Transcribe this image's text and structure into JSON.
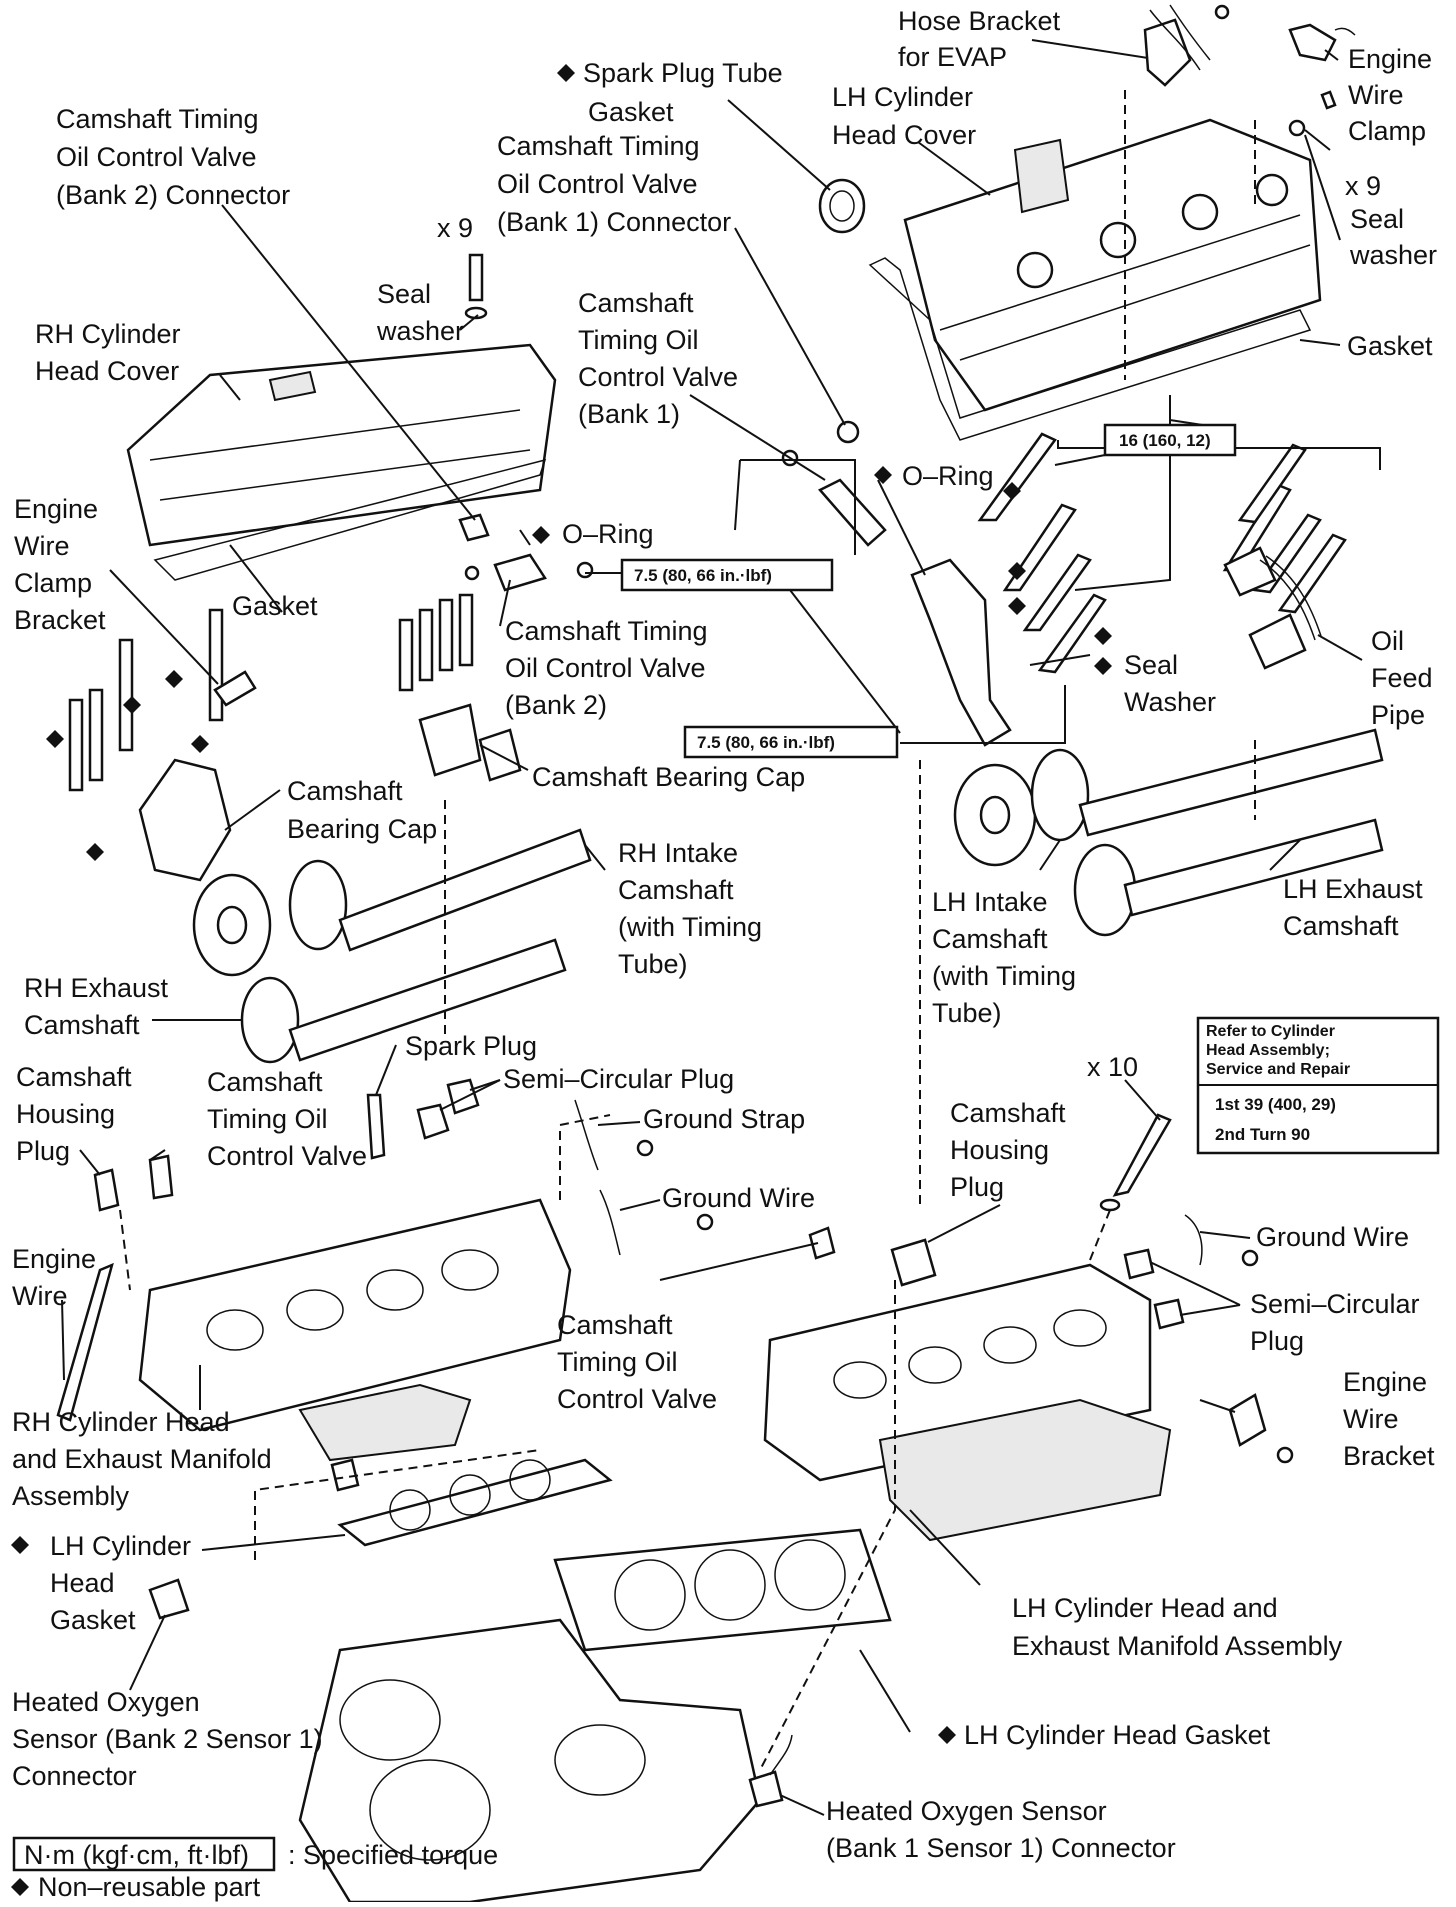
{
  "diagram": {
    "labels": {
      "hose_bracket": [
        "Hose Bracket",
        "for EVAP"
      ],
      "engine_wire_clamp_top": [
        "Engine",
        "Wire",
        "Clamp"
      ],
      "spark_plug_tube_gasket": [
        "Spark Plug Tube",
        "Gasket"
      ],
      "lh_cyl_head_cover": [
        "LH Cylinder",
        "Head Cover"
      ],
      "ocv_bank2_connector": [
        "Camshaft Timing",
        "Oil Control Valve",
        "(Bank 2) Connector"
      ],
      "ocv_bank1_connector": [
        "Camshaft Timing",
        "Oil Control Valve",
        "(Bank 1) Connector"
      ],
      "x9_left": "x 9",
      "x9_right": "x 9",
      "seal_washer_right": [
        "Seal",
        "washer"
      ],
      "seal_washer_left": [
        "Seal",
        "washer"
      ],
      "rh_cyl_head_cover": [
        "RH Cylinder",
        "Head Cover"
      ],
      "ocv_bank1": [
        "Camshaft",
        "Timing Oil",
        "Control Valve",
        "(Bank 1)"
      ],
      "gasket_top_right": "Gasket",
      "o_ring_right": "O–Ring",
      "o_ring_left": "O–Ring",
      "engine_wire_clamp_bracket": [
        "Engine",
        "Wire",
        "Clamp",
        "Bracket"
      ],
      "gasket_left": "Gasket",
      "ocv_bank2": [
        "Camshaft Timing",
        "Oil Control Valve",
        "(Bank 2)"
      ],
      "oil_feed_pipe": [
        "Oil",
        "Feed",
        "Pipe"
      ],
      "seal_washer_mid": [
        "Seal",
        "Washer"
      ],
      "camshaft_bearing_cap_mid": "Camshaft Bearing Cap",
      "camshaft_bearing_cap_left": [
        "Camshaft",
        "Bearing Cap"
      ],
      "rh_intake_camshaft": [
        "RH Intake",
        "Camshaft",
        "(with Timing",
        "Tube)"
      ],
      "lh_intake_camshaft": [
        "LH Intake",
        "Camshaft",
        "(with Timing",
        "Tube)"
      ],
      "lh_exhaust_camshaft": [
        "LH Exhaust",
        "Camshaft"
      ],
      "rh_exhaust_camshaft": [
        "RH Exhaust",
        "Camshaft"
      ],
      "camshaft_housing_plug_left": [
        "Camshaft",
        "Housing",
        "Plug"
      ],
      "ocv_left": [
        "Camshaft",
        "Timing Oil",
        "Control Valve"
      ],
      "spark_plug": "Spark Plug",
      "semi_circular_plug_top": "Semi–Circular Plug",
      "ground_strap": "Ground Strap",
      "ground_wire_mid": "Ground Wire",
      "x10": "x 10",
      "camshaft_housing_plug_right": [
        "Camshaft",
        "Housing",
        "Plug"
      ],
      "ground_wire_right": "Ground Wire",
      "semi_circular_plug_right": [
        "Semi–Circular",
        "Plug"
      ],
      "engine_wire": [
        "Engine",
        "Wire"
      ],
      "ocv_center": [
        "Camshaft",
        "Timing Oil",
        "Control Valve"
      ],
      "engine_wire_bracket": [
        "Engine",
        "Wire",
        "Bracket"
      ],
      "rh_cyl_head_assembly": [
        "RH Cylinder Head",
        "and Exhaust Manifold",
        "Assembly"
      ],
      "lh_cyl_head_gasket_left": [
        "LH Cylinder",
        "Head",
        "Gasket"
      ],
      "lh_cyl_head_assembly": [
        "LH Cylinder Head and",
        "Exhaust Manifold Assembly"
      ],
      "lh_cyl_head_gasket_right": "LH Cylinder Head Gasket",
      "ho2_bank2": [
        "Heated Oxygen",
        "Sensor (Bank 2 Sensor 1)",
        "Connector"
      ],
      "ho2_bank1": [
        "Heated Oxygen Sensor",
        "(Bank 1 Sensor 1) Connector"
      ]
    },
    "torque": {
      "t16": "16 (160, 12)",
      "t75_a": "7.5 (80, 66 in.·lbf)",
      "t75_b": "7.5 (80, 66 in.·lbf)",
      "ref_box": [
        "Refer to Cylinder",
        "Head Assembly;",
        "Service and Repair"
      ],
      "ref_first": "1st  39 (400, 29)",
      "ref_second": "2nd Turn 90"
    },
    "legend": {
      "torque_unit": "N·m (kgf·cm, ft·lbf)",
      "torque_desc": ": Specified torque",
      "nonreusable": "Non–reusable part"
    }
  }
}
